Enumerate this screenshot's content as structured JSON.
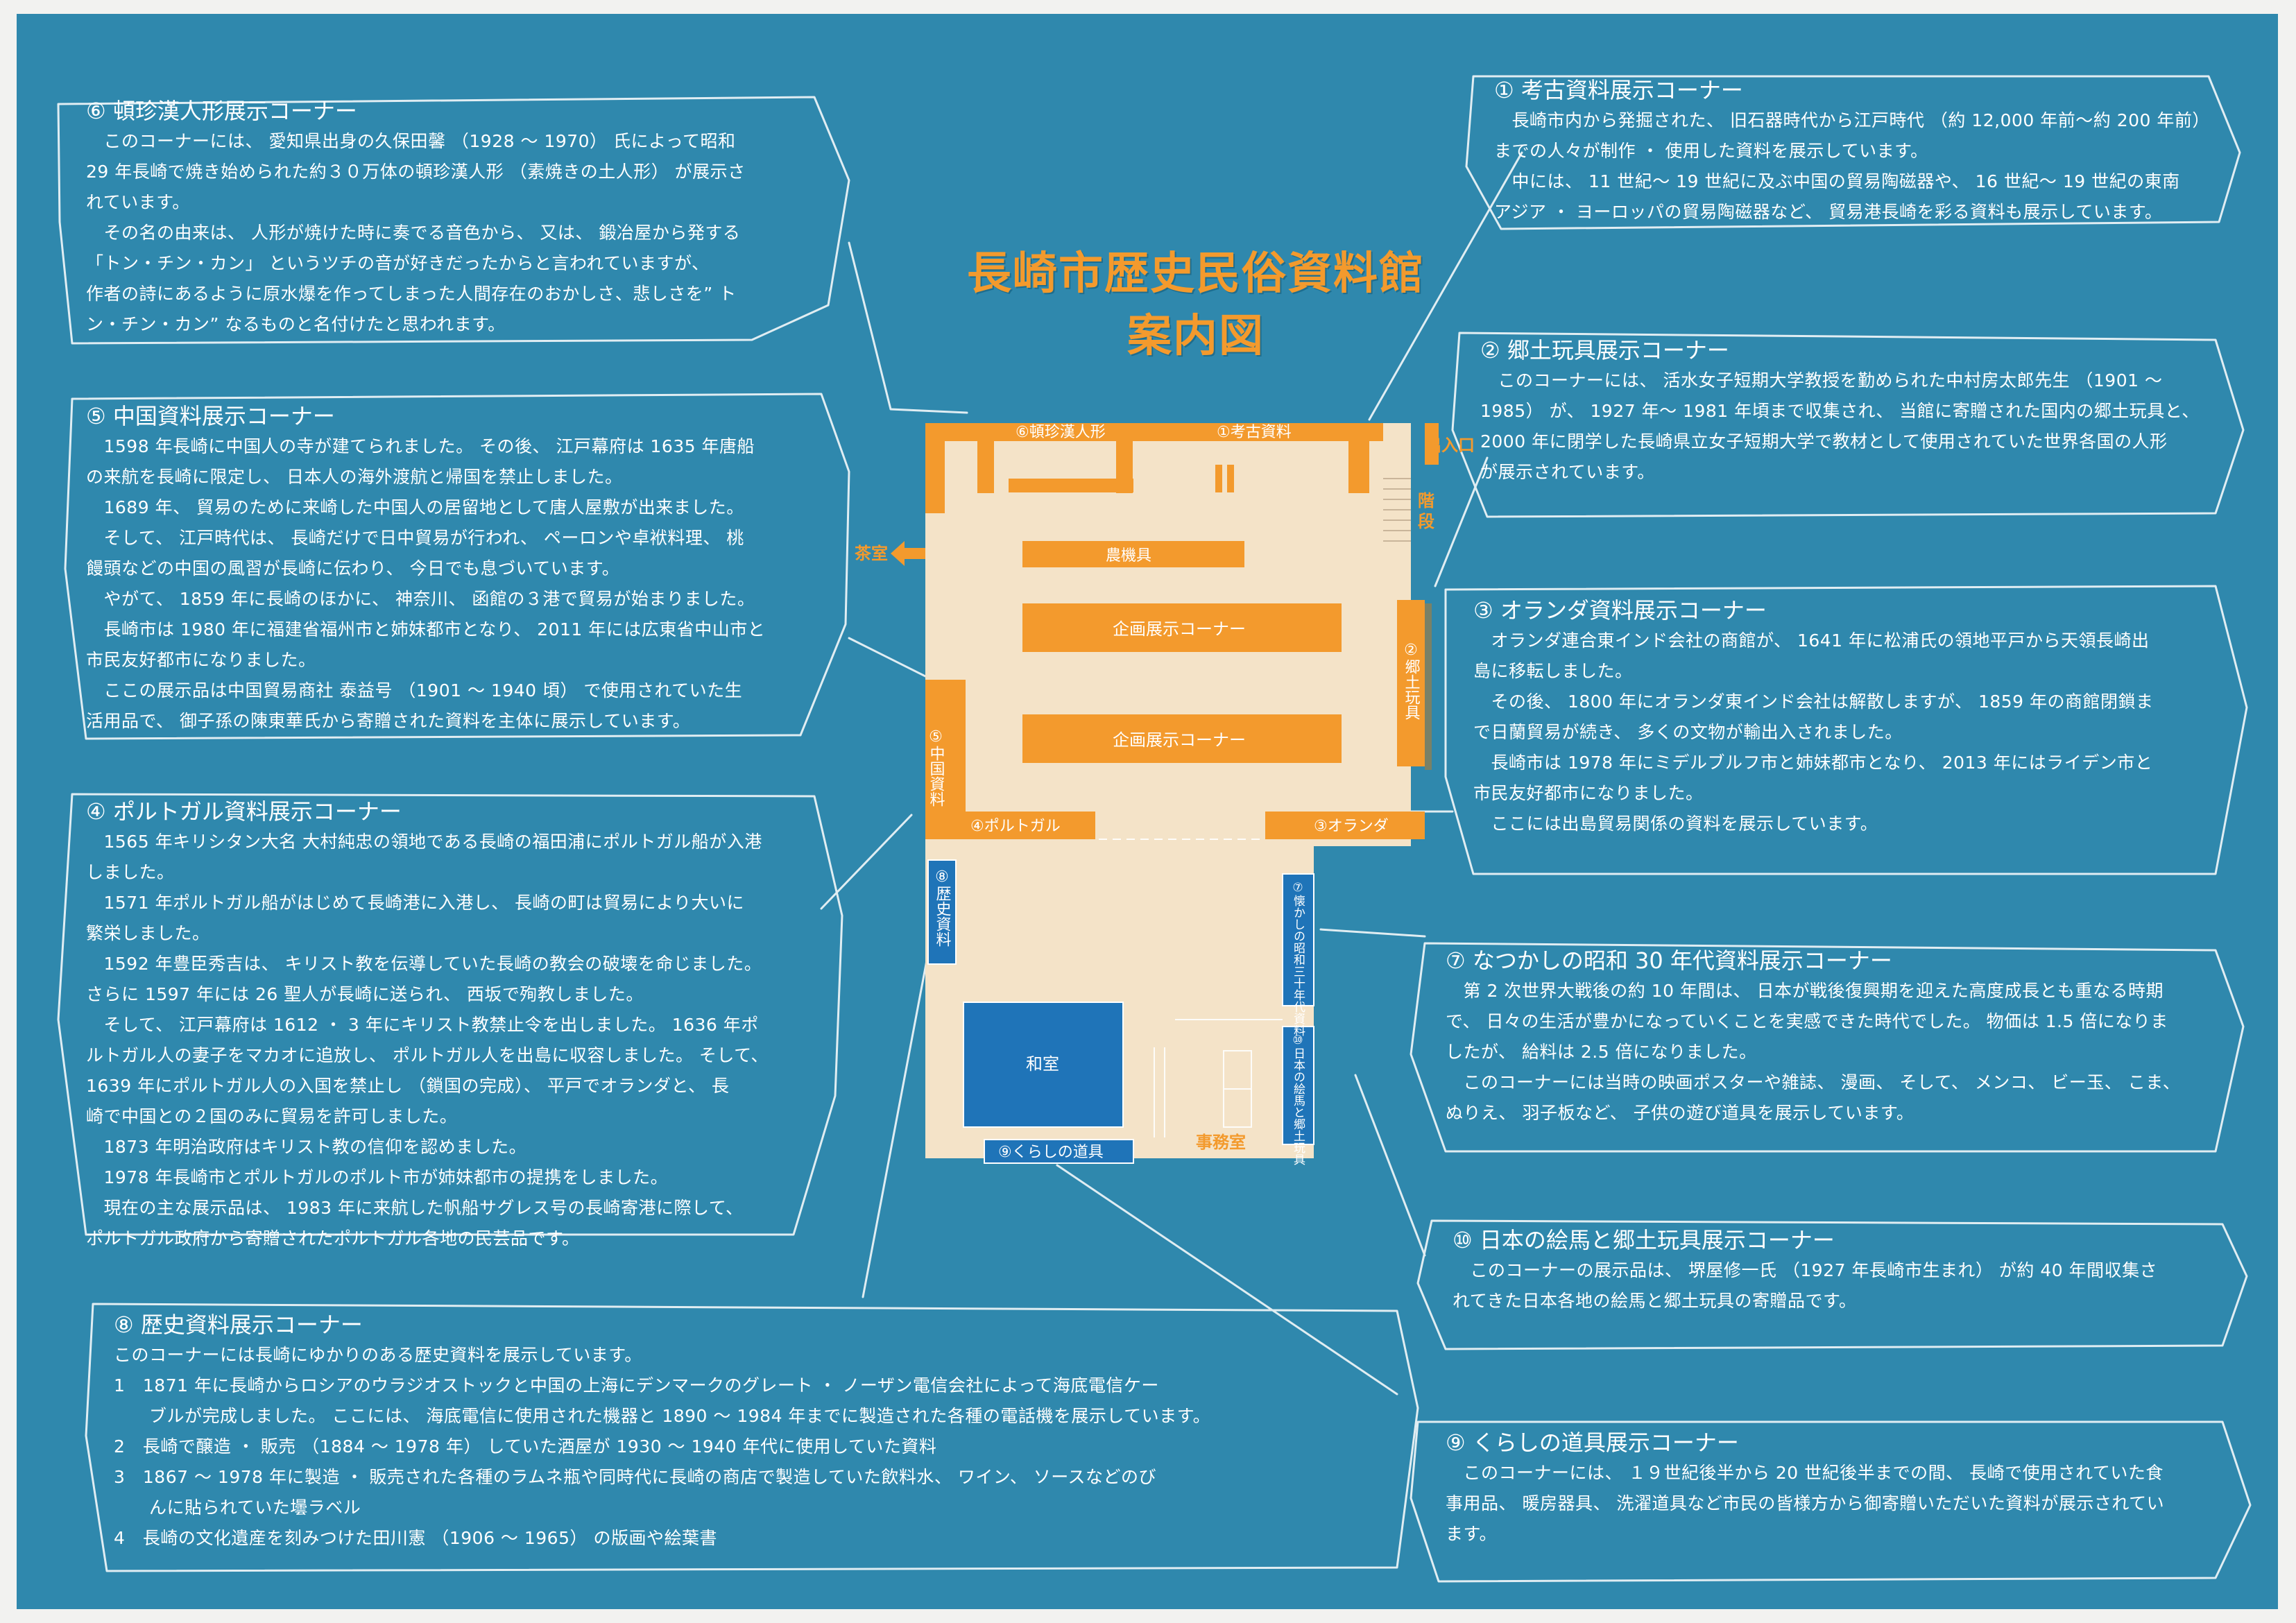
{
  "title": {
    "line1": "長崎市歴史民俗資料館",
    "line2": "案内図"
  },
  "floor_plan": {
    "labels": {
      "kanchin": "⑥頓珍漢人形",
      "kouko": "①考古資料",
      "exit": "出入口",
      "stairs": "階段",
      "teahouse": "茶室",
      "noukigu": "農機具",
      "kikaku1": "企画展示コーナー",
      "kikaku2": "企画展示コーナー",
      "kyodo": "②郷土玩具",
      "chugoku": "⑤中国資料",
      "portugal": "④ポルトガル",
      "holland": "③オランダ",
      "rekishi": "⑧歴史資料",
      "natsukashi": "⑦懐かしの昭和三十年代資料",
      "ema": "⑩日本の絵馬と郷土玩具",
      "washitsu": "和室",
      "kurashi": "⑨くらしの道具",
      "jimu": "事務室"
    },
    "colors": {
      "orange": "#f39a2d",
      "floor": "#f4e3c8",
      "blue": "#1f74b8",
      "board": "#2f88ad"
    }
  },
  "panels": {
    "p6": {
      "title": "⑥ 頓珍漢人形展示コーナー",
      "text": "　このコーナーには、 愛知県出身の久保田馨 （1928 ～ 1970） 氏によって昭和\n29 年長崎で焼き始められた約３０万体の頓珍漢人形 （素焼きの土人形） が展示さ\nれています。\n　その名の由来は、 人形が焼けた時に奏でる音色から、 又は、 鍛冶屋から発する\n「トン・チン・カン」 というツチの音が好きだったからと言われていますが、\n作者の詩にあるように原水爆を作ってしまった人間存在のおかしさ、悲しさを” ト\nン・チン・カン” なるものと名付けたと思われます。"
    },
    "p5": {
      "title": "⑤ 中国資料展示コーナー",
      "text": "　1598 年長崎に中国人の寺が建てられました。 その後、 江戸幕府は 1635 年唐船\nの来航を長崎に限定し、 日本人の海外渡航と帰国を禁止しました。\n　1689 年、 貿易のために来崎した中国人の居留地として唐人屋敷が出来ました。\n　そして、 江戸時代は、 長崎だけで日中貿易が行われ、 ペーロンや卓袱料理、 桃\n饅頭などの中国の風習が長崎に伝わり、 今日でも息づいています。\n　やがて、 1859 年に長崎のほかに、 神奈川、 函館の３港で貿易が始まりました。\n　長崎市は 1980 年に福建省福州市と姉妹都市となり、 2011 年には広東省中山市と\n市民友好都市になりました。\n　ここの展示品は中国貿易商社 泰益号 （1901 ～ 1940 頃） で使用されていた生\n活用品で、 御子孫の陳東華氏から寄贈された資料を主体に展示しています。"
    },
    "p4": {
      "title": "④ ポルトガル資料展示コーナー",
      "text": "　1565 年キリシタン大名 大村純忠の領地である長崎の福田浦にポルトガル船が入港\nしました。\n　1571 年ポルトガル船がはじめて長崎港に入港し、 長崎の町は貿易により大いに\n繁栄しました。\n　1592 年豊臣秀吉は、 キリスト教を伝導していた長崎の教会の破壊を命じました。\nさらに 1597 年には 26 聖人が長崎に送られ、 西坂で殉教しました。\n　そして、 江戸幕府は 1612 ・ 3 年にキリスト教禁止令を出しました。 1636 年ポ\nルトガル人の妻子をマカオに追放し、 ポルトガル人を出島に収容しました。 そして、\n1639 年にポルトガル人の入国を禁止し （鎖国の完成）、 平戸でオランダと、 長\n崎で中国との２国のみに貿易を許可しました。\n　1873 年明治政府はキリスト教の信仰を認めました。\n　1978 年長崎市とポルトガルのポルト市が姉妹都市の提携をしました。\n　現在の主な展示品は、 1983 年に来航した帆船サグレス号の長崎寄港に際して、\nポルトガル政府から寄贈されたポルトガル各地の民芸品です。"
    },
    "p8": {
      "title": "⑧ 歴史資料展示コーナー",
      "text": "このコーナーには長崎にゆかりのある歴史資料を展示しています。\n1　1871 年に長崎からロシアのウラジオストックと中国の上海にデンマークのグレート ・ ノーザン電信会社によって海底電信ケー\n　　ブルが完成しました。 ここには、 海底電信に使用された機器と 1890 ～ 1984 年までに製造された各種の電話機を展示しています。\n2　長崎で醸造 ・ 販売 （1884 ～ 1978 年） していた酒屋が 1930 ～ 1940 年代に使用していた資料\n3　1867 ～ 1978 年に製造 ・ 販売された各種のラムネ瓶や同時代に長崎の商店で製造していた飲料水、 ワイン、 ソースなどのび\n　　んに貼られていた壜ラベル\n4　長崎の文化遺産を刻みつけた田川憲 （1906 ～ 1965） の版画や絵葉書"
    },
    "p1": {
      "title": "① 考古資料展示コーナー",
      "text": "　長崎市内から発掘された、 旧石器時代から江戸時代 （約 12,000 年前～約 200 年前）\nまでの人々が制作 ・ 使用した資料を展示しています。\n　中には、 11 世紀～ 19 世紀に及ぶ中国の貿易陶磁器や、 16 世紀～ 19 世紀の東南\nアジア ・ ヨーロッパの貿易陶磁器など、 貿易港長崎を彩る資料も展示しています。"
    },
    "p2": {
      "title": "② 郷土玩具展示コーナー",
      "text": "　このコーナーには、 活水女子短期大学教授を勤められた中村房太郎先生 （1901 ～\n1985） が、 1927 年～ 1981 年頃まで収集され、 当館に寄贈された国内の郷土玩具と、\n2000 年に閉学した長崎県立女子短期大学で教材として使用されていた世界各国の人形\nが展示されています。"
    },
    "p3": {
      "title": "③ オランダ資料展示コーナー",
      "text": "　オランダ連合東インド会社の商館が、 1641 年に松浦氏の領地平戸から天領長崎出\n島に移転しました。\n　その後、 1800 年にオランダ東インド会社は解散しますが、 1859 年の商館閉鎖ま\nで日蘭貿易が続き、 多くの文物が輸出入されました。\n　長崎市は 1978 年にミデルブルフ市と姉妹都市となり、 2013 年にはライデン市と\n市民友好都市になりました。\n　ここには出島貿易関係の資料を展示しています。"
    },
    "p7": {
      "title": "⑦ なつかしの昭和 30 年代資料展示コーナー",
      "text": "　第 2 次世界大戦後の約 10 年間は、 日本が戦後復興期を迎えた高度成長とも重なる時期\nで、 日々の生活が豊かになっていくことを実感できた時代でした。 物価は 1.5 倍になりま\nしたが、 給料は 2.5 倍になりました。\n　このコーナーには当時の映画ポスターや雑誌、 漫画、 そして、 メンコ、 ビー玉、 こま、\nぬりえ、 羽子板など、 子供の遊び道具を展示しています。"
    },
    "p10": {
      "title": "⑩ 日本の絵馬と郷土玩具展示コーナー",
      "text": "　このコーナーの展示品は、 堺屋修一氏 （1927 年長崎市生まれ） が約 40 年間収集さ\nれてきた日本各地の絵馬と郷土玩具の寄贈品です。"
    },
    "p9": {
      "title": "⑨ くらしの道具展示コーナー",
      "text": "　このコーナーには、 １９世紀後半から 20 世紀後半までの間、 長崎で使用されていた食\n事用品、 暖房器具、 洗濯道具など市民の皆様方から御寄贈いただいた資料が展示されてい\nます。"
    }
  }
}
